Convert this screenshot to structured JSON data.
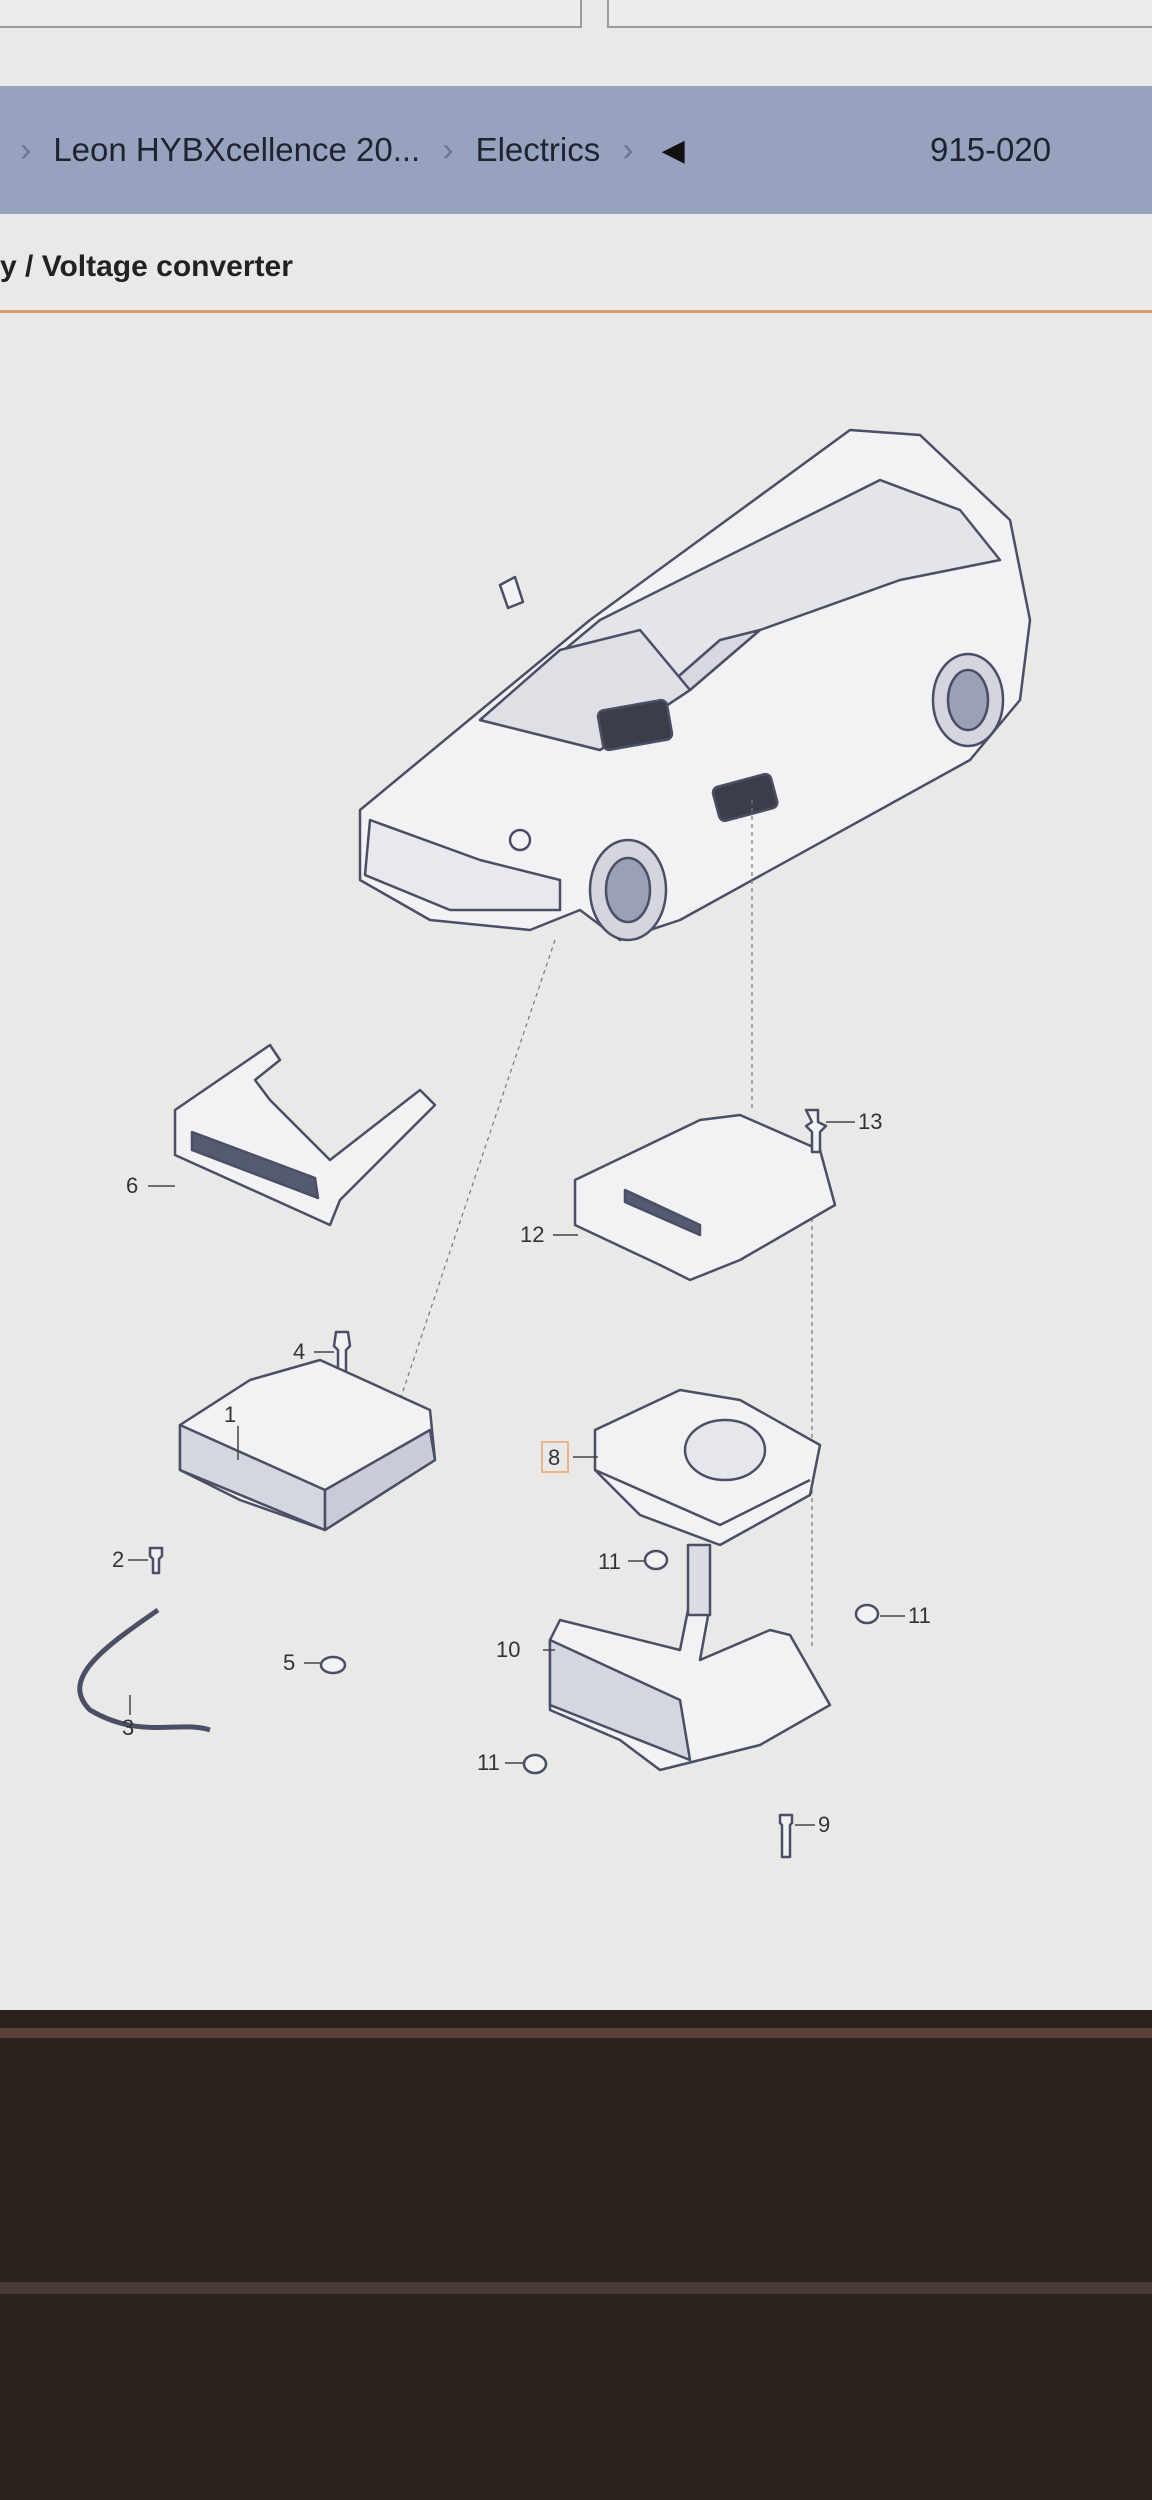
{
  "breadcrumb": {
    "items": [
      {
        "label": "Leon HYBXcellence 20..."
      },
      {
        "label": "Electrics"
      }
    ],
    "back_icon": "triangle-left-icon",
    "code": "915-020"
  },
  "page": {
    "title": "y / Voltage converter"
  },
  "diagram": {
    "labels": {
      "p1": "1",
      "p2": "2",
      "p3": "3",
      "p4": "4",
      "p5": "5",
      "p6": "6",
      "p8": "8",
      "p9": "9",
      "p10": "10",
      "p11a": "11",
      "p11b": "11",
      "p11c": "11",
      "p12": "12",
      "p13": "13"
    }
  },
  "colors": {
    "breadcrumb_bg": "#97a3be",
    "accent_rule": "#d99b6e",
    "highlight": "#e8b48a"
  }
}
